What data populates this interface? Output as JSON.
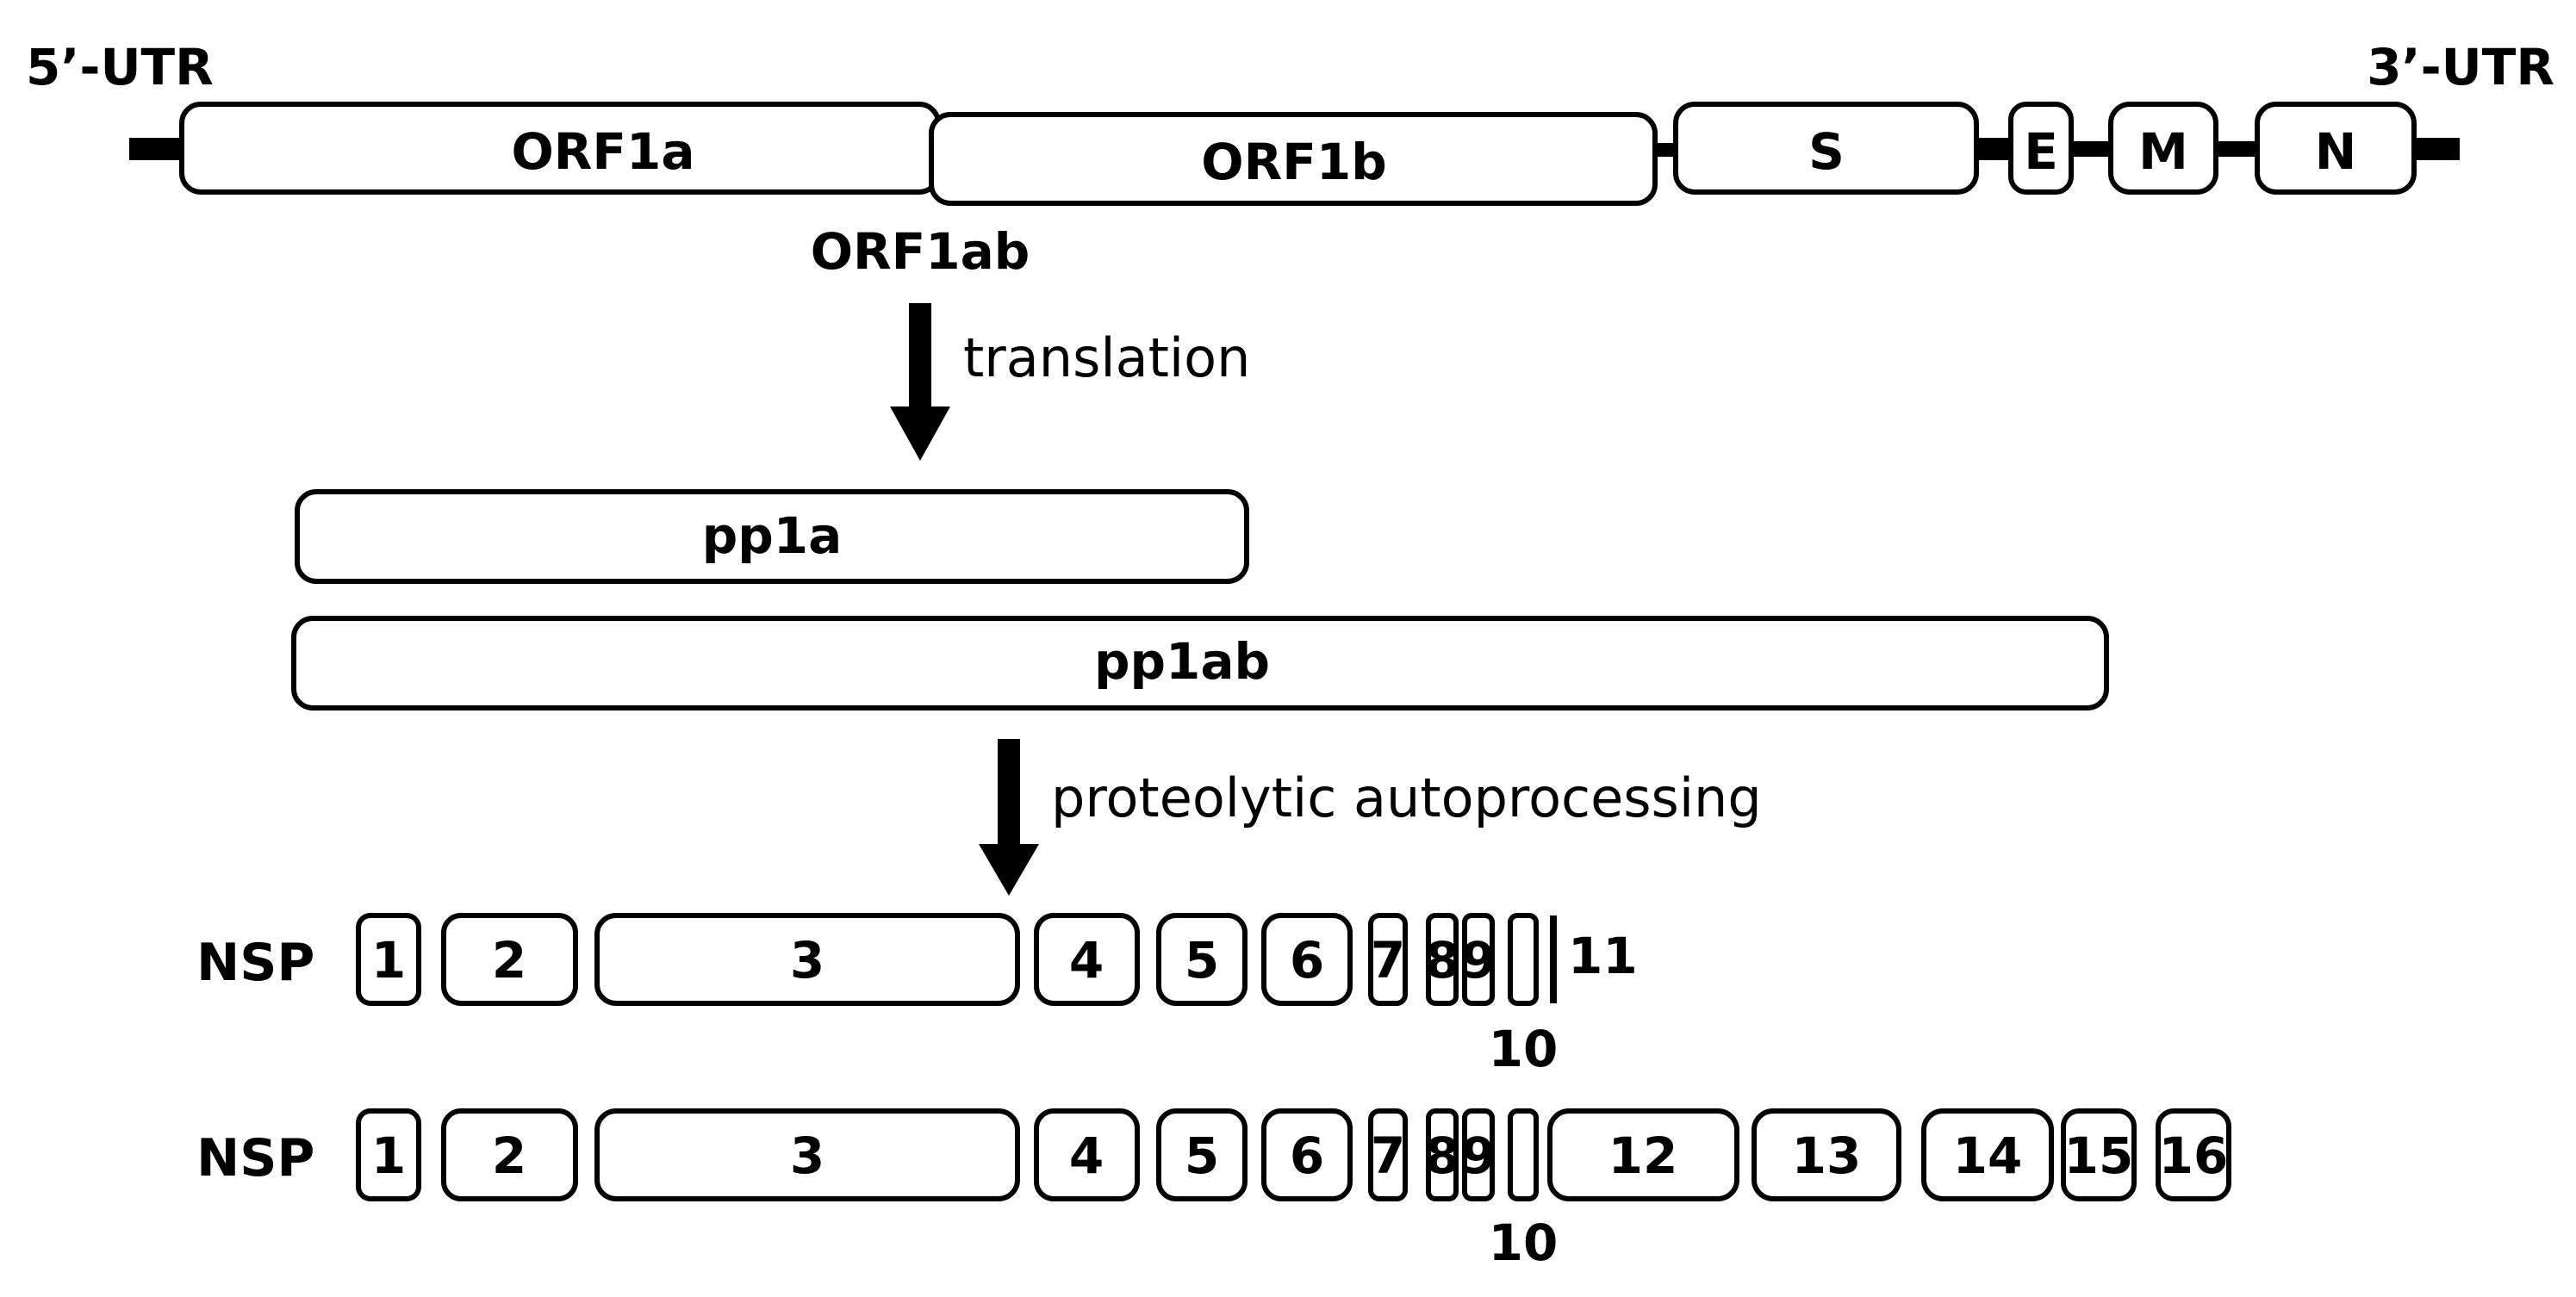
{
  "genome": {
    "utr5": "5’-UTR",
    "utr3": "3’-UTR",
    "genes": [
      {
        "id": "orf1a",
        "label": "ORF1a"
      },
      {
        "id": "orf1b",
        "label": "ORF1b"
      },
      {
        "id": "s",
        "label": "S"
      },
      {
        "id": "e",
        "label": "E"
      },
      {
        "id": "m",
        "label": "M"
      },
      {
        "id": "n",
        "label": "N"
      }
    ],
    "orf1ab_label": "ORF1ab"
  },
  "steps": {
    "translation": "translation",
    "processing": "proteolytic autoprocessing"
  },
  "polyproteins": [
    {
      "id": "pp1a",
      "label": "pp1a"
    },
    {
      "id": "pp1ab",
      "label": "pp1ab"
    }
  ],
  "nsp_rows": [
    {
      "id": "pp1a-products",
      "row_label": "NSP",
      "items": [
        "1",
        "2",
        "3",
        "4",
        "5",
        "6",
        "7",
        "8",
        "9",
        "10",
        "11"
      ]
    },
    {
      "id": "pp1ab-products",
      "row_label": "NSP",
      "items": [
        "1",
        "2",
        "3",
        "4",
        "5",
        "6",
        "7",
        "8",
        "9",
        "10",
        "12",
        "13",
        "14",
        "15",
        "16"
      ]
    }
  ]
}
